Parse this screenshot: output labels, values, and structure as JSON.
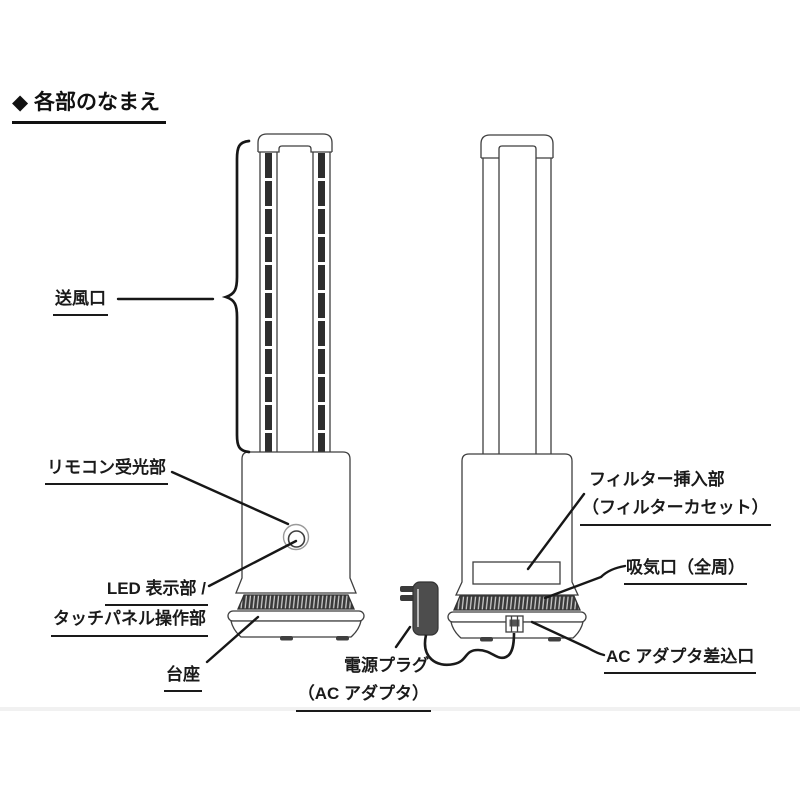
{
  "title": "◆ 各部のなまえ",
  "labels": {
    "air_outlet": "送風口",
    "remote_receiver": "リモコン受光部",
    "led_line1": "LED 表示部 /",
    "led_line2": "タッチパネル操作部",
    "pedestal": "台座",
    "plug_line1": "電源プラグ",
    "plug_line2": "（AC アダプタ）",
    "filter_line1": "フィルター挿入部",
    "filter_line2": "（フィルターカセット）",
    "intake": "吸気口（全周）",
    "ac_socket": "AC アダプタ差込口"
  },
  "colors": {
    "ink": "#1a1a1a",
    "outline": "#3f3f3f",
    "grille": "#3a3a3a",
    "adapter_body": "#4d4d4d",
    "background": "#ffffff"
  }
}
